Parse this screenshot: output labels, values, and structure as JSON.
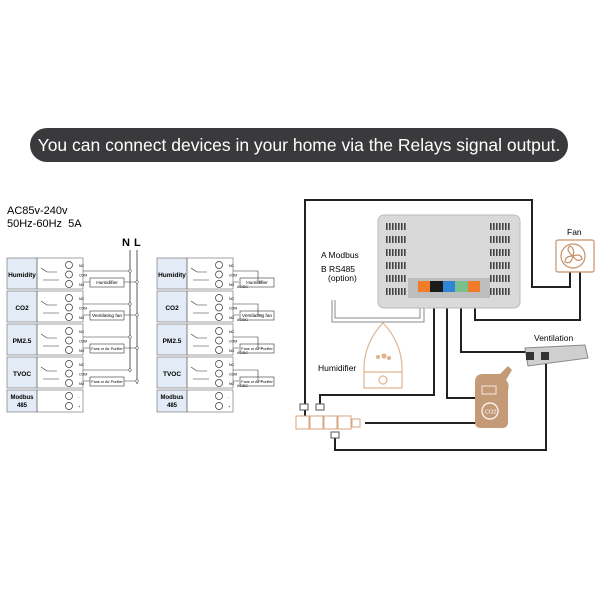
{
  "banner": "You can connect devices in your home via the Relays signal output.",
  "power_spec": {
    "line1": "AC85v-240v",
    "line2": "50Hz-60Hz  5A"
  },
  "neutral_label": "N",
  "live_label": "L",
  "relay_rows": [
    "Humidity",
    "CO2",
    "PM2.5",
    "TVOC"
  ],
  "modbus_row": {
    "line1": "Modbus",
    "line2": "485"
  },
  "terminal_labels": [
    "NC",
    "COM",
    "NO"
  ],
  "modbus_terminals": [
    "-",
    "+"
  ],
  "loads": [
    "Humidifier",
    "Ventilating fan",
    "Fans or Air Purifier",
    "Fans or Air Purifier"
  ],
  "acdc_label": "AC/DC",
  "wiring": {
    "modbus_a": "A Modbus",
    "modbus_b": "B RS485",
    "modbus_option": "(option)",
    "fan": "Fan",
    "ventilation": "Ventilation",
    "humidifier": "Humidifier",
    "co2_device_text": "CO2"
  },
  "colors": {
    "banner": "#3a3a3c",
    "orange": "#f07c2a",
    "blue": "#2f86d6",
    "green": "#7ac08e",
    "device_brown": "#c49a77"
  }
}
